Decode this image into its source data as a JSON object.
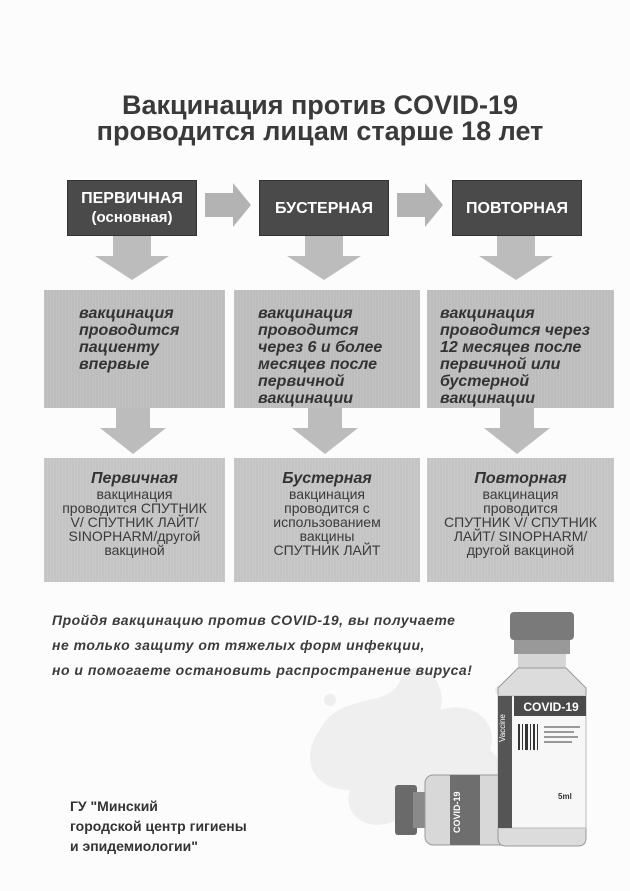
{
  "title": {
    "line1": "Вакцинация против COVID-19",
    "line2": "проводится лицам старше 18 лет"
  },
  "stages": [
    {
      "header": "ПЕРВИЧНАЯ",
      "header_sub": "(основная)",
      "description": [
        "вакцинация",
        "проводится",
        "пациенту",
        "впервые"
      ],
      "detail_title": "Первичная",
      "detail": [
        "вакцинация",
        "проводится СПУТНИК",
        "V/ СПУТНИК ЛАЙТ/",
        "SINOPHARM/другой",
        "вакциной"
      ]
    },
    {
      "header": "БУСТЕРНАЯ",
      "header_sub": "",
      "description": [
        "вакцинация",
        "проводится",
        "через 6 и более",
        "месяцев после",
        "первичной",
        "вакцинации"
      ],
      "detail_title": "Бустерная",
      "detail": [
        "вакцинация",
        "проводится с",
        "использованием",
        "вакцины",
        "СПУТНИК ЛАЙТ"
      ]
    },
    {
      "header": "ПОВТОРНАЯ",
      "header_sub": "",
      "description": [
        "вакцинация",
        "проводится через",
        "12 месяцев после",
        "первичной или",
        "бустерной",
        "вакцинации"
      ],
      "detail_title": "Повторная",
      "detail": [
        "вакцинация",
        "проводится",
        "СПУТНИК V/ СПУТНИК",
        "ЛАЙТ/ SINOPHARM/",
        "другой вакциной"
      ]
    }
  ],
  "slogan": {
    "line1": "Пройдя вакцинацию против COVID-19, вы получаете",
    "line2": "не только защиту от тяжелых форм инфекции,",
    "line3": "но и помогаете остановить распространение вируса!"
  },
  "vial": {
    "label": "COVID-19",
    "side_label": "Vaccine",
    "volume": "5ml",
    "small_label": "COVID-19"
  },
  "organization": {
    "line1": "ГУ \"Минский",
    "line2": "городской центр гигиены",
    "line3": "и эпидемиологии\""
  },
  "colors": {
    "header_bg": "#4a4a4a",
    "box_bg": "#bdbdbd",
    "arrow": "#b0b0b0"
  }
}
